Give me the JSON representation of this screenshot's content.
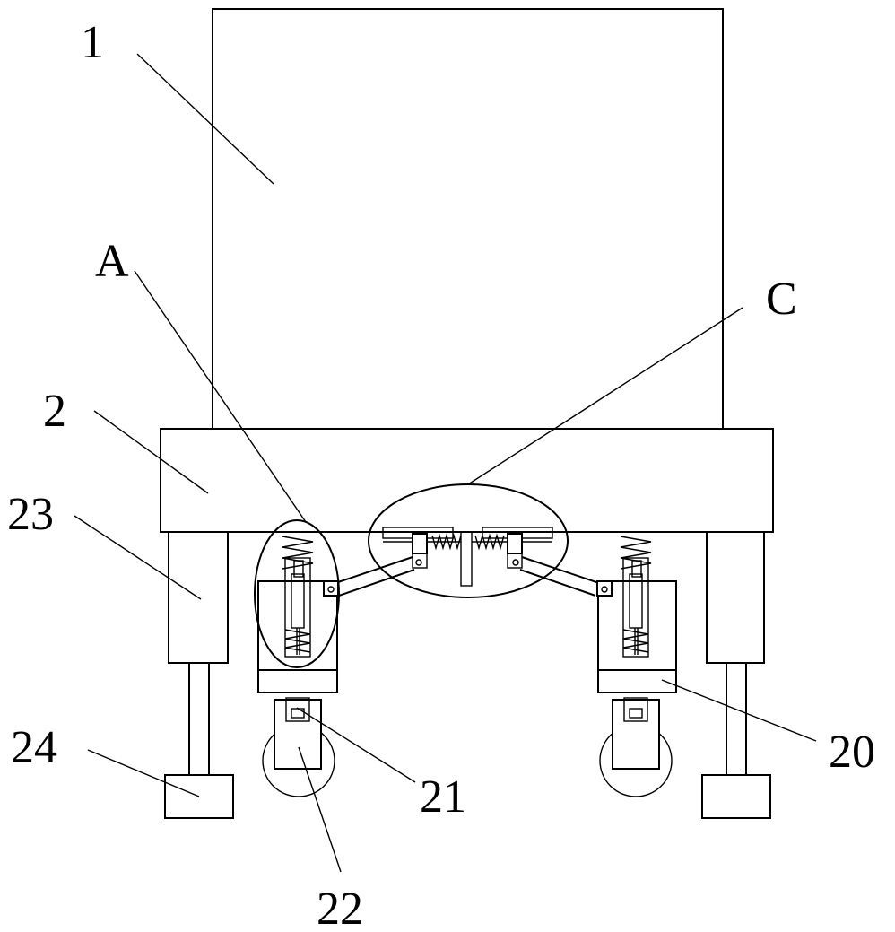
{
  "labels": {
    "body": "1",
    "base": "2",
    "detail_a": "A",
    "detail_c": "C",
    "cylinder": "23",
    "foot_pad": "24",
    "wheel_block": "20",
    "wheel_axle": "21",
    "wheel": "22"
  }
}
